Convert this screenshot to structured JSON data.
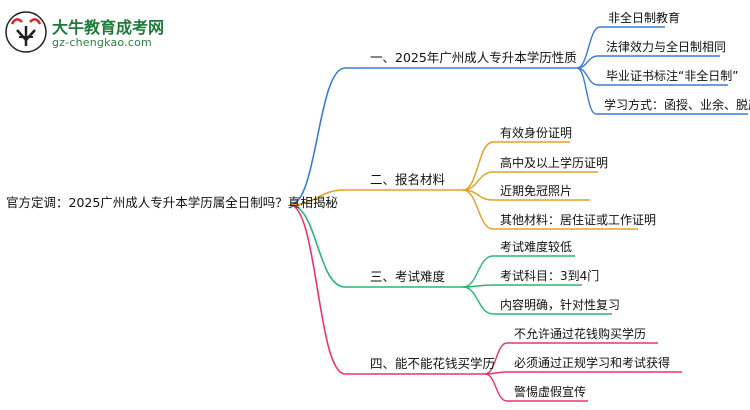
{
  "logo": {
    "title": "大牛教育成考网",
    "url": "gz-chengkao.com"
  },
  "mindmap": {
    "root": "官方定调：2025广州成人专升本学历属全日制吗？真相揭秘",
    "branches": [
      {
        "label": "一、2025年广州成人专升本学历性质",
        "color": "#3a7bd5",
        "leaves": [
          "非全日制教育",
          "法律效力与全日制相同",
          "毕业证书标注“非全日制”",
          "学习方式：函授、业余、脱产"
        ]
      },
      {
        "label": "二、报名材料",
        "color": "#e6a020",
        "leaves": [
          "有效身份证明",
          "高中及以上学历证明",
          "近期免冠照片",
          "其他材料：居住证或工作证明"
        ]
      },
      {
        "label": "三、考试难度",
        "color": "#2bb673",
        "leaves": [
          "考试难度较低",
          "考试科目：3到4门",
          "内容明确，针对性复习"
        ]
      },
      {
        "label": "四、能不能花钱买学历",
        "color": "#e8336d",
        "leaves": [
          "不允许通过花钱购买学历",
          "必须通过正规学习和考试获得",
          "警惕虚假宣传"
        ]
      }
    ]
  }
}
